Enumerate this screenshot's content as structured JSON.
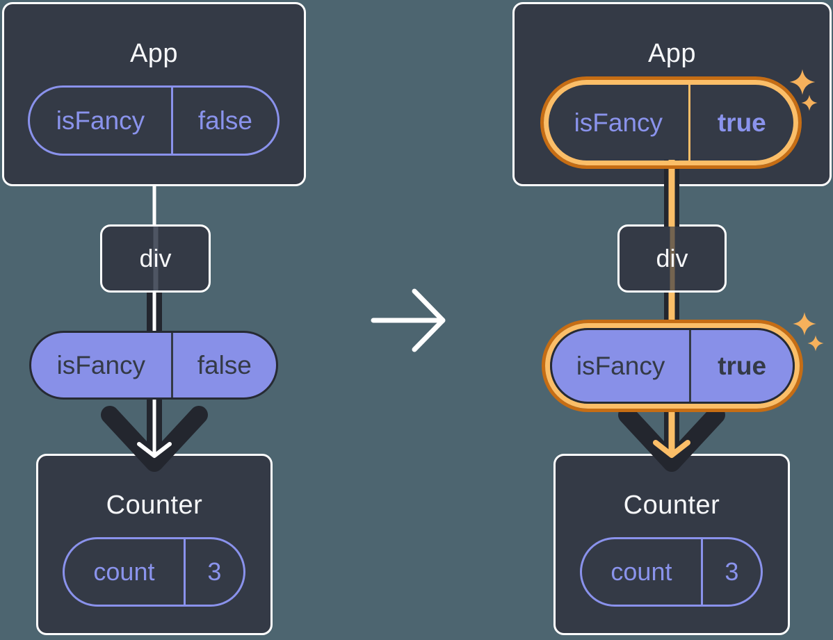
{
  "diagram": {
    "before": {
      "app": {
        "title": "App",
        "state_pill": {
          "label": "isFancy",
          "value": "false"
        }
      },
      "div": {
        "label": "div"
      },
      "prop_pill": {
        "label": "isFancy",
        "value": "false"
      },
      "counter": {
        "title": "Counter",
        "state_pill": {
          "label": "count",
          "value": "3"
        }
      }
    },
    "after": {
      "app": {
        "title": "App",
        "state_pill": {
          "label": "isFancy",
          "value": "true"
        }
      },
      "div": {
        "label": "div"
      },
      "prop_pill": {
        "label": "isFancy",
        "value": "true"
      },
      "counter": {
        "title": "Counter",
        "state_pill": {
          "label": "count",
          "value": "3"
        }
      }
    },
    "icons": {
      "transition": "right-arrow-icon",
      "highlight": "sparkle-icon"
    },
    "colors": {
      "background": "#4D6570",
      "card": "#343A46",
      "card_border": "#FFFFFF",
      "purple_fill": "#8890E8",
      "purple_text": "#8A93EC",
      "connector_dark": "#23262E",
      "dark_text": "#343A46",
      "highlight_light": "#FBBE68",
      "highlight_dark": "#C66D14",
      "sparkle": "#F6B15C",
      "line_white": "#FFFFFF"
    }
  }
}
